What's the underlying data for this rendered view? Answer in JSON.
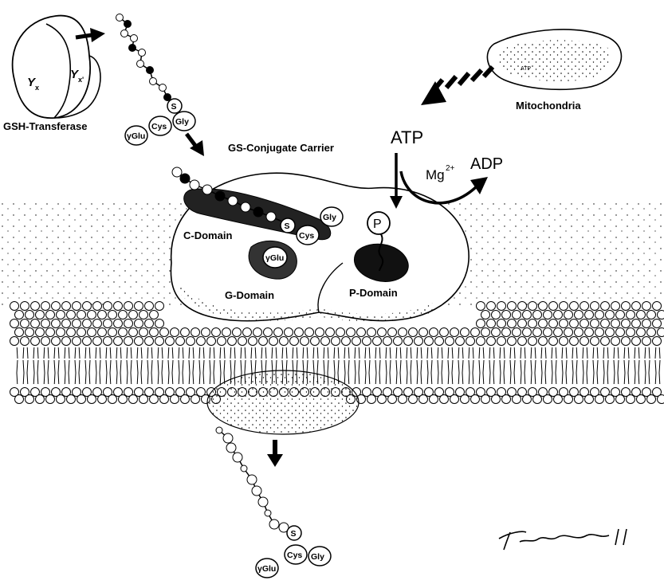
{
  "labels": {
    "yx": "Y",
    "yx_sub": "x",
    "yxp": "Y",
    "yxp_sub": "x'",
    "gsh_transferase": "GSH-Transferase",
    "gs_conjugate_carrier": "GS-Conjugate Carrier",
    "atp": "ATP",
    "mg": "Mg",
    "mg_sup": "2+",
    "adp": "ADP",
    "mitochondria": "Mitochondria",
    "atp_inside_mito": "ATP",
    "c_domain": "C-Domain",
    "g_domain": "G-Domain",
    "p_domain": "P-Domain",
    "phosphate": "P"
  },
  "residues": {
    "gamma_glu": "γGlu",
    "cys": "Cys",
    "gly": "Gly",
    "sulfur": "S"
  },
  "colors": {
    "ink": "#000000",
    "paper": "#ffffff"
  }
}
